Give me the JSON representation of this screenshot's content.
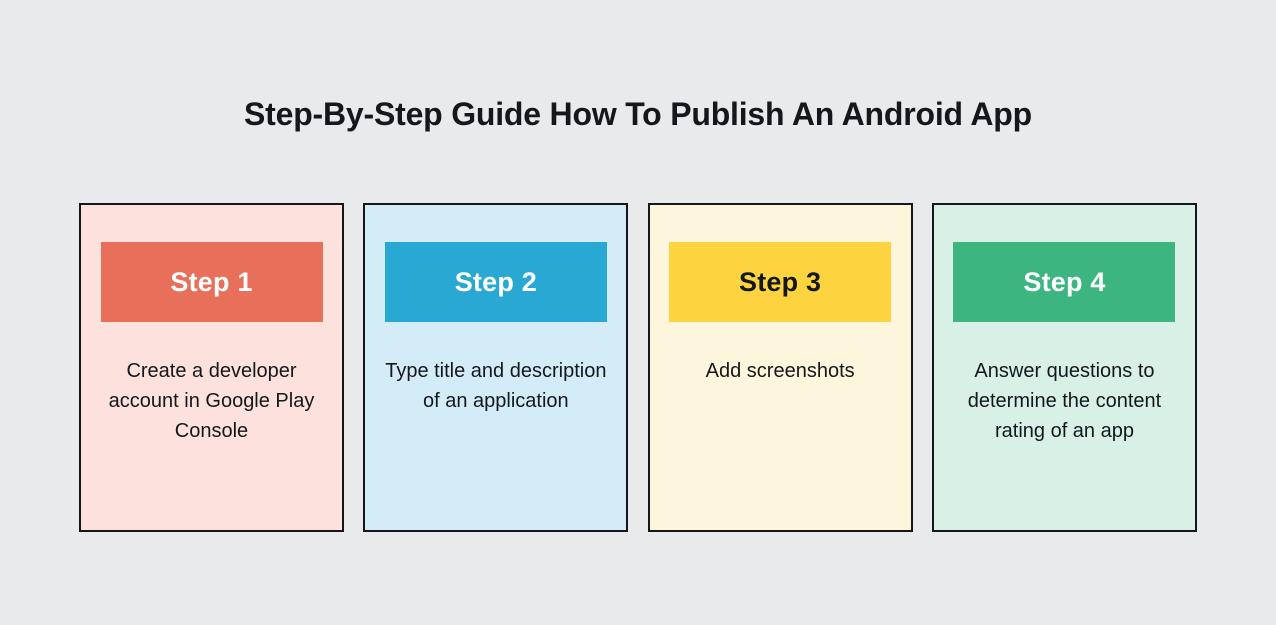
{
  "page": {
    "background_color": "#e8eaeb",
    "title": "Step-By-Step Guide How To Publish An Android App"
  },
  "cards": [
    {
      "badge_label": "Step 1",
      "body_text": "Create a developer account in Google Play Console",
      "card_bg": "#fce1dc",
      "badge_bg": "#e8705a",
      "badge_text_color": "#ffffff",
      "border_color": "#15181b"
    },
    {
      "badge_label": "Step 2",
      "body_text": "Type title and description of an application",
      "card_bg": "#d4ecf8",
      "badge_bg": "#29a8d4",
      "badge_text_color": "#ffffff",
      "border_color": "#15181b"
    },
    {
      "badge_label": "Step 3",
      "body_text": "Add screenshots",
      "card_bg": "#fdf6dc",
      "badge_bg": "#fdd43f",
      "badge_text_color": "#14181c",
      "border_color": "#15181b"
    },
    {
      "badge_label": "Step 4",
      "body_text": "Answer questions to determine the content rating of an app",
      "card_bg": "#d8f0e6",
      "badge_bg": "#3cb580",
      "badge_text_color": "#ffffff",
      "border_color": "#15181b"
    }
  ]
}
